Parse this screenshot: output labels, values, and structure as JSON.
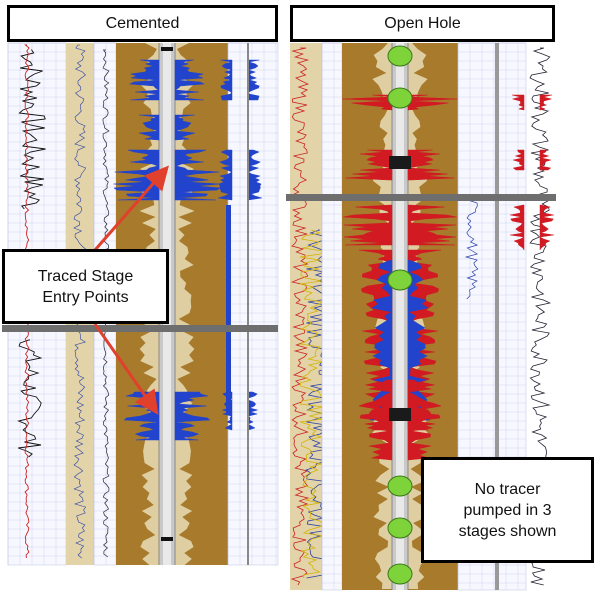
{
  "panels": {
    "left_title": "Cemented",
    "right_title": "Open Hole"
  },
  "callouts": {
    "entry_points_line1": "Traced Stage",
    "entry_points_line2": "Entry Points",
    "no_tracer_line1": "No tracer",
    "no_tracer_line2": "pumped in 3",
    "no_tracer_line3": "stages shown"
  },
  "colors": {
    "formation_brown": "#a77a2c",
    "formation_tan": "#e2d3a8",
    "tracer_blue": "#2244cc",
    "tracer_red": "#d11a22",
    "tracer_yellow": "#e8dc2a",
    "packer_green": "#7ed23a",
    "stage_divider": "#6e6e6e",
    "arrow_red": "#e0402c",
    "grid": "#9aa3d6"
  },
  "icons": [
    "packer-marker",
    "sleeve-marker",
    "arrow"
  ]
}
